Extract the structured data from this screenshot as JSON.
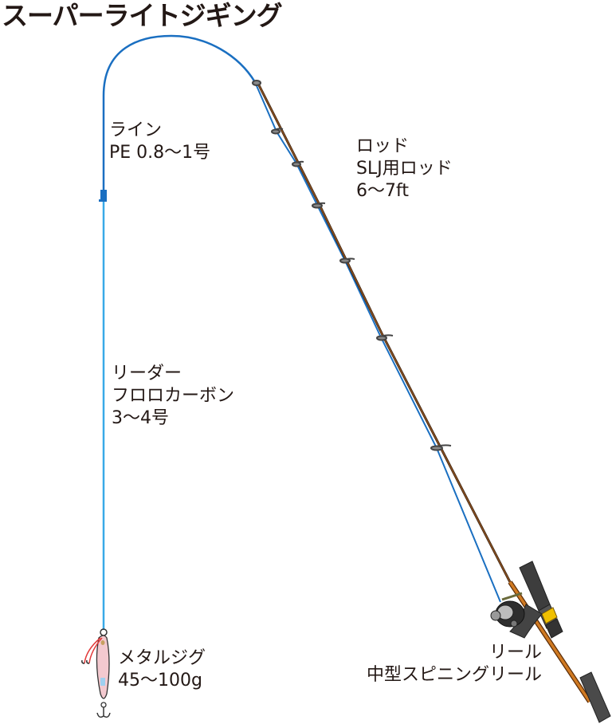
{
  "title": "スーパーライトジギング",
  "labels": {
    "line": {
      "name": "ライン",
      "spec": "PE 0.8〜1号"
    },
    "rod": {
      "name": "ロッド",
      "spec": "SLJ用ロッド",
      "length": "6〜7ft"
    },
    "leader": {
      "name": "リーダー",
      "spec": "フロロカーボン",
      "size": "3〜4号"
    },
    "jig": {
      "name": "メタルジグ",
      "weight": "45〜100g"
    },
    "reel": {
      "name": "リール",
      "spec": "中型スピニングリール"
    }
  },
  "colors": {
    "main_line": "#1a6fc1",
    "leader_line": "#39a9e8",
    "rod_blank": "#6b3a14",
    "rod_butt": "#c8741e",
    "grip": "#4a4a4a",
    "reel_seat_band": "#f0c000",
    "jig_body": "#f3c9cf",
    "jig_accent": "#9fd0f0",
    "hook_thread": "#e23a3a",
    "text": "#231815"
  }
}
